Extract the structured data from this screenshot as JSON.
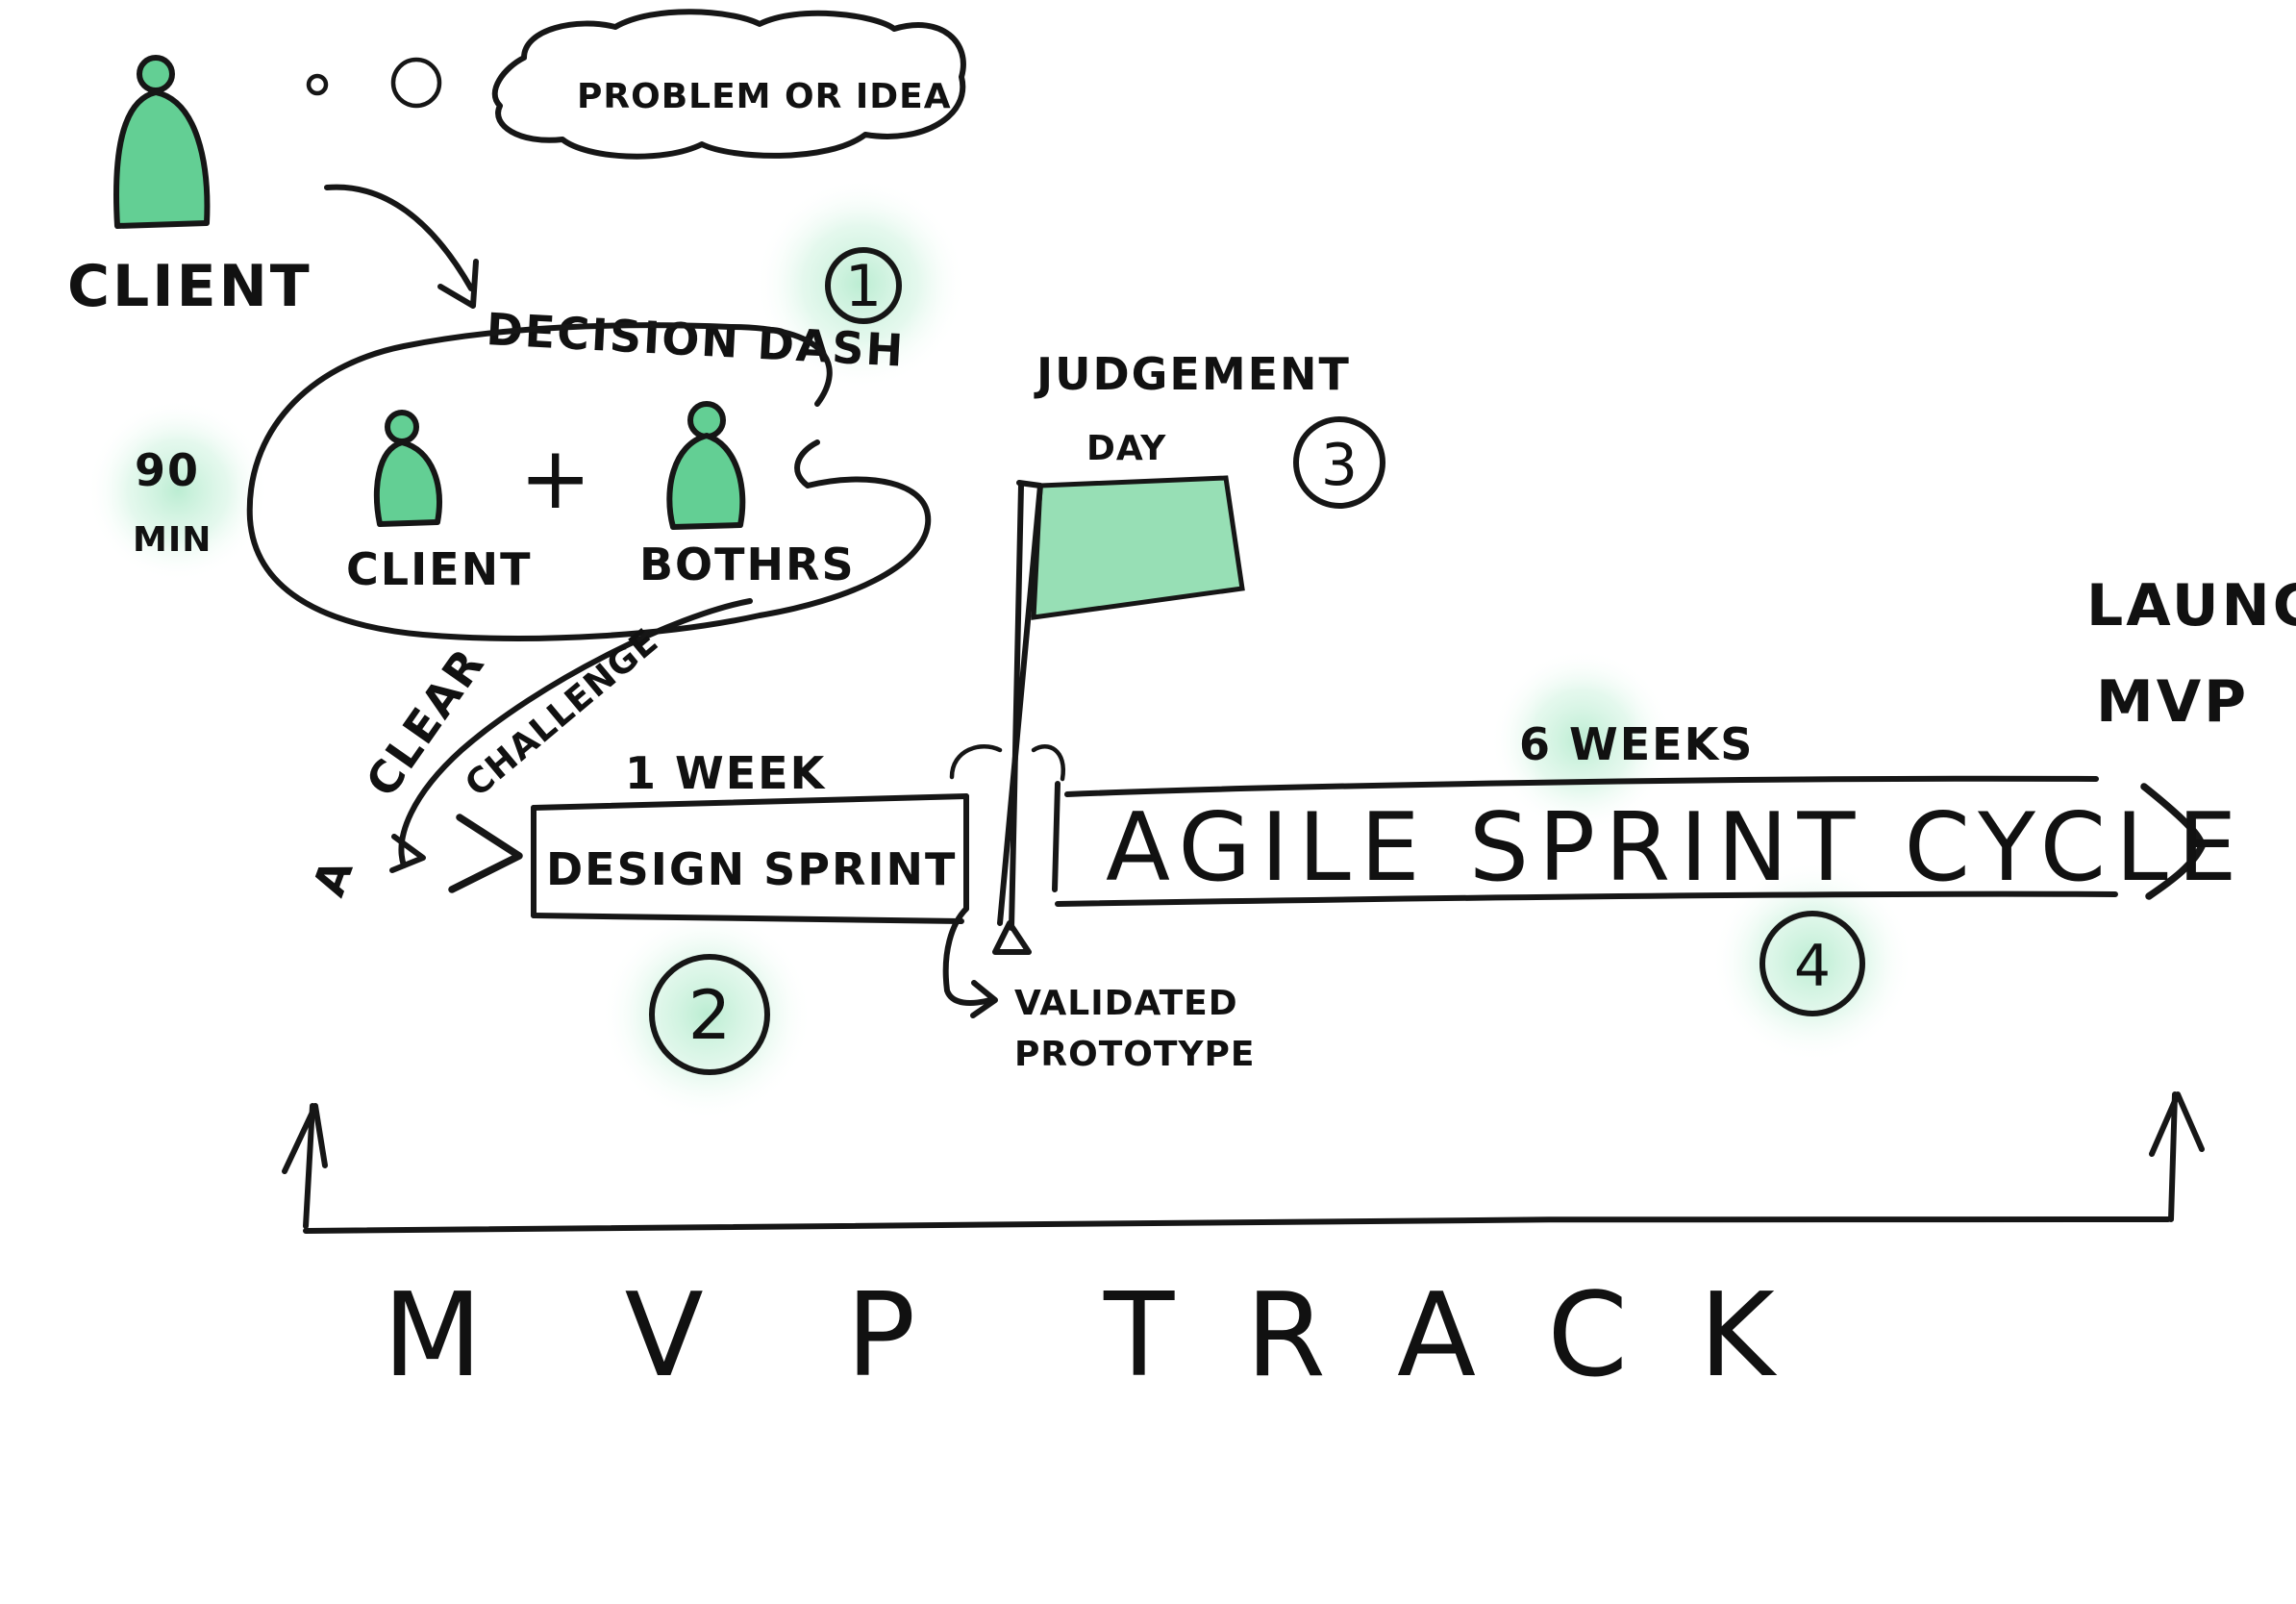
{
  "nodes": {
    "client_top": "CLIENT",
    "problem_bubble": "PROBLEM OR IDEA",
    "decision_dash": "DECISION DASH",
    "duration_90": "90",
    "duration_min": "MIN",
    "client_inner": "CLIENT",
    "plus": "+",
    "bothrs": "BOTHRS",
    "clear": "CLEAR",
    "challenge": "CHALLENGE",
    "a": "A",
    "judgement": "JUDGEMENT",
    "day": "DAY",
    "one_week": "1 WEEK",
    "design_sprint": "DESIGN SPRINT",
    "six_weeks": "6 WEEKS",
    "agile_sprint_cycle": "AGILE SPRINT CYCLE",
    "launch": "LAUNCH",
    "mvp_small": "MVP",
    "validated": "VALIDATED",
    "prototype": "PROTOTYPE",
    "track_mvp": "M V P",
    "track_word": "T R A C K"
  },
  "steps": [
    "1",
    "2",
    "3",
    "4"
  ],
  "colors": {
    "ink": "#161616",
    "accent_green": "#63cf94",
    "flag_green": "#97dfb5",
    "glow_green": "#b8ecd0"
  },
  "icons": [
    "person-icon",
    "thought-bubble-icon",
    "flag-icon",
    "arrow-icon",
    "chevron-right-icon"
  ]
}
